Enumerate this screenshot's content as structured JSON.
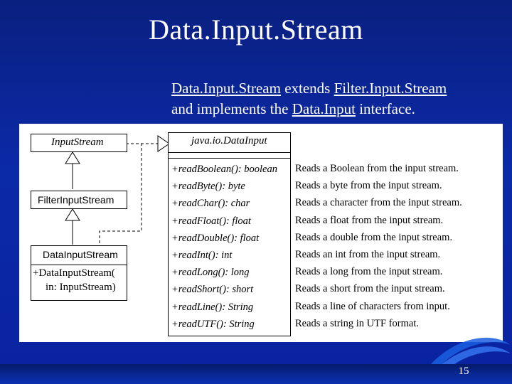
{
  "slide": {
    "title": "Data.Input.Stream",
    "subtitle": {
      "part1": "Data.Input.Stream",
      "part2": " extends ",
      "part3": "Filter.Input.Stream",
      "line2a": "and implements the ",
      "line2b": "Data.Input",
      "line2c": " interface."
    },
    "page_number": "15"
  },
  "diagram": {
    "classes": {
      "input_stream": "InputStream",
      "filter_input_stream": "FilterInputStream",
      "data_input_stream": "DataInputStream",
      "data_input_stream_ctor_1": "+DataInputStream(",
      "data_input_stream_ctor_2": "in: InputStream)",
      "interface_name": "java.io.DataInput"
    },
    "methods": [
      {
        "sig": "+readBoolean(): boolean",
        "desc": "Reads a Boolean from the input stream."
      },
      {
        "sig": "+readByte(): byte",
        "desc": "Reads a byte from the input stream."
      },
      {
        "sig": "+readChar(): char",
        "desc": "Reads a character from the input stream."
      },
      {
        "sig": "+readFloat(): float",
        "desc": "Reads a float from the input stream."
      },
      {
        "sig": "+readDouble(): float",
        "desc": "Reads a double from the input stream."
      },
      {
        "sig": "+readInt(): int",
        "desc": "Reads an int from the input stream."
      },
      {
        "sig": "+readLong(): long",
        "desc": "Reads a long from the input stream."
      },
      {
        "sig": "+readShort(): short",
        "desc": "Reads a short from the input stream."
      },
      {
        "sig": "+readLine(): String",
        "desc": "Reads a line of characters from input."
      },
      {
        "sig": "+readUTF(): String",
        "desc": "Reads a string in UTF format."
      }
    ]
  },
  "colors": {
    "background": "#0b2aa8",
    "text_on_blue": "#ffffff",
    "diagram_bg": "#ffffff"
  }
}
